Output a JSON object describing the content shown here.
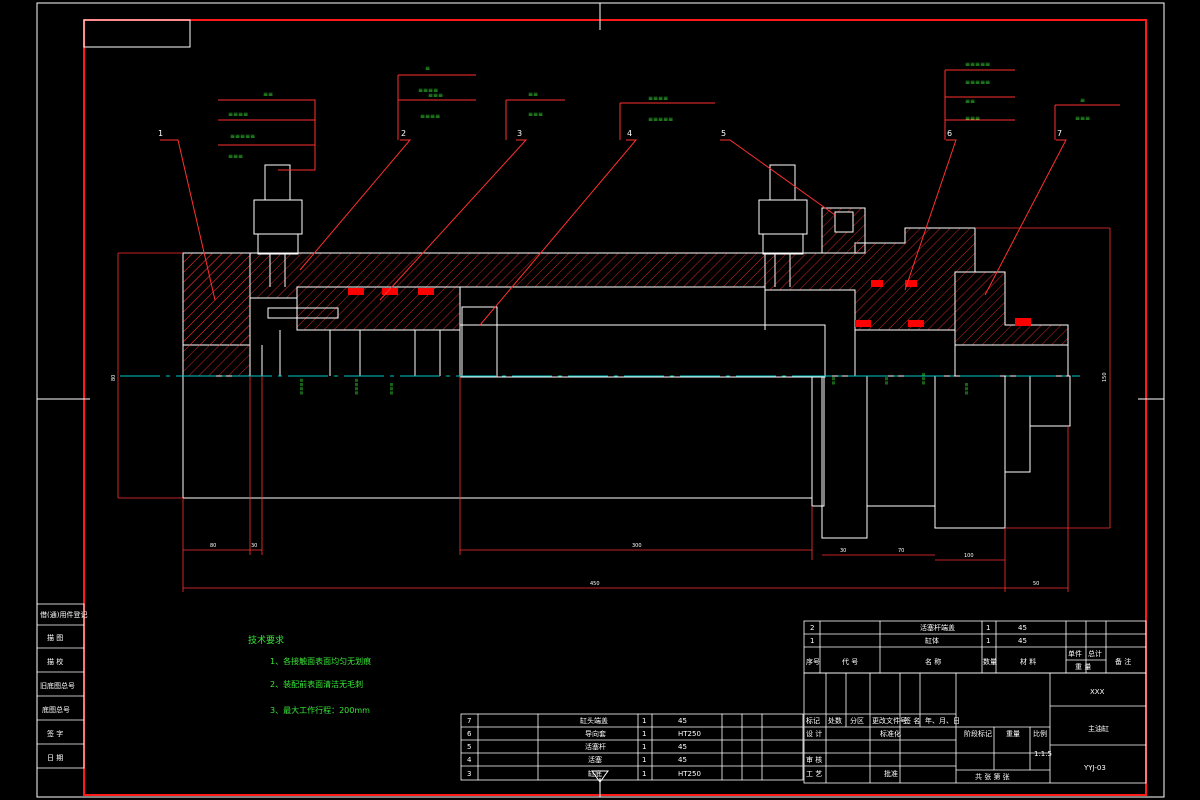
{
  "colors": {
    "background": "#000000",
    "frame": "#ff1a1a",
    "outline": "#ffffff",
    "hatch": "#ff3030",
    "leader": "#ff3030",
    "centerline": "#00c8c8",
    "text_green": "#39e639",
    "seal": "#ff0000"
  },
  "part_numbers": [
    "1",
    "2",
    "3",
    "4",
    "5",
    "6",
    "7"
  ],
  "dimensions": {
    "d1": "80",
    "d2": "30",
    "d3": "300",
    "d4": "30",
    "d5": "70",
    "d6": "450",
    "d7": "50",
    "d8": "100",
    "d9": "80",
    "d10": "150"
  },
  "technical_notes": {
    "title": "技术要求",
    "items": [
      "1、各接触面表面均匀无划痕",
      "2、装配前表面清洁无毛刺",
      "3、最大工作行程：200mm"
    ]
  },
  "left_strip": [
    "借(通)用件登记",
    "描 图",
    "描 校",
    "旧底图总号",
    "底图总号",
    "签 字",
    "日 期"
  ],
  "parts_list": {
    "header": [
      "序号",
      "代 号",
      "名 称",
      "数量",
      "材 料",
      "单件",
      "总计",
      "备 注"
    ],
    "header_weight": "重 量",
    "rows": [
      {
        "no": "2",
        "name": "活塞杆端盖",
        "qty": "1",
        "mat": "45"
      },
      {
        "no": "1",
        "name": "缸体",
        "qty": "1",
        "mat": "45"
      }
    ],
    "rows_lower": [
      {
        "no": "7",
        "name": "缸头端盖",
        "qty": "1",
        "mat": "45"
      },
      {
        "no": "6",
        "name": "导向套",
        "qty": "1",
        "mat": "HT250"
      },
      {
        "no": "5",
        "name": "活塞杆",
        "qty": "1",
        "mat": "45"
      },
      {
        "no": "4",
        "name": "活塞",
        "qty": "1",
        "mat": "45"
      },
      {
        "no": "3",
        "name": "缸底",
        "qty": "1",
        "mat": "HT250"
      }
    ]
  },
  "title_block": {
    "company": "XXX",
    "drawing_name": "主油缸",
    "drawing_no": "YYJ-03",
    "scale_label": "比例",
    "scale": "1:1.5",
    "weight_label": "重量",
    "stage_label": "阶段标记",
    "sheet_label": "共  张  第  张",
    "labels": [
      "标记",
      "处数",
      "分区",
      "更改文件号",
      "签 名",
      "年、月、日"
    ],
    "roles": [
      "设 计",
      "审 核",
      "工 艺"
    ],
    "roles_right": [
      "标准化",
      "批准"
    ]
  }
}
